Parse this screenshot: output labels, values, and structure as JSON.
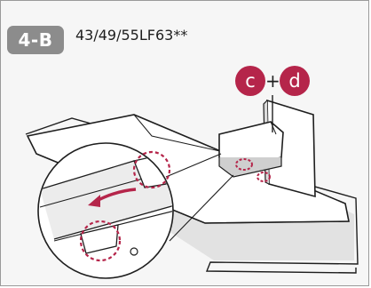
{
  "step": {
    "label": "4-B"
  },
  "model": {
    "text": "43/49/55LF63**"
  },
  "callout": {
    "left": "c",
    "plus": "+",
    "right": "d"
  },
  "colors": {
    "badge_bg": "#8c8c8c",
    "callout_bg": "#b5254a",
    "highlight": "#b5254a",
    "line": "#1e1e1e",
    "shade": "#d9d9d9"
  }
}
